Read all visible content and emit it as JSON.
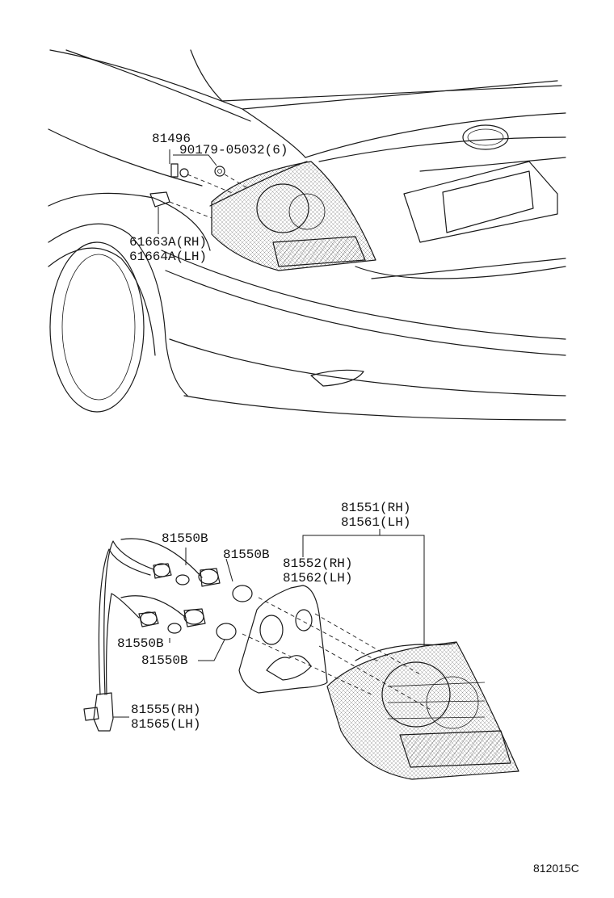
{
  "labels": {
    "bracket_81496": "81496",
    "screw_90179": "90179-05032(6)",
    "clip_61663a": "61663A(RH)",
    "clip_61664a": "61664A(LH)",
    "lamp_81551": "81551(RH)",
    "lamp_81561": "81561(LH)",
    "gasket_81552": "81552(RH)",
    "gasket_81562": "81562(LH)",
    "bulb_a": "81550B",
    "bulb_b": "81550B",
    "bulb_c": "81550B",
    "bulb_d": "81550B",
    "wire_81555": "81555(RH)",
    "wire_81565": "81565(LH)"
  },
  "diagram_code": "812015C",
  "colors": {
    "line": "#1a1a1a",
    "background": "#ffffff"
  }
}
